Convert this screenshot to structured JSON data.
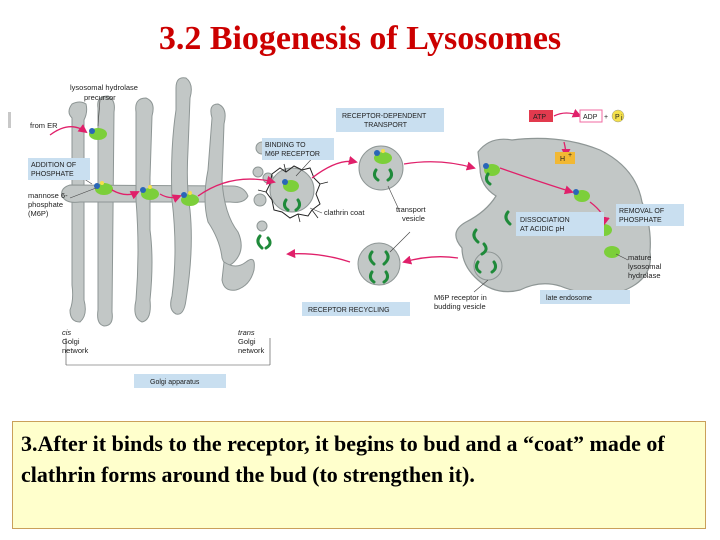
{
  "title": "3.2  Biogenesis of Lysosomes",
  "diagram": {
    "labels": {
      "hydrolase_precursor": [
        "lysosomal hydrolase",
        "precursor"
      ],
      "from_er": "from ER",
      "addition_phosphate": [
        "ADDITION OF",
        "PHOSPHATE"
      ],
      "m6p": [
        "mannose 6-",
        "phosphate",
        "(M6P)"
      ],
      "binding": [
        "BINDING TO",
        "M6P RECEPTOR"
      ],
      "receptor_transport": [
        "RECEPTOR-DEPENDENT",
        "TRANSPORT"
      ],
      "clathrin_coat": "clathrin coat",
      "transport_vesicle": [
        "transport",
        "vesicle"
      ],
      "atp": "ATP",
      "adp": "ADP",
      "pi": "P",
      "hplus": "H",
      "dissociation": [
        "DISSOCIATION",
        "AT ACIDIC pH"
      ],
      "removal_phosphate": [
        "REMOVAL OF",
        "PHOSPHATE"
      ],
      "mature_hydrolase": [
        "mature",
        "lysosomal",
        "hydrolase"
      ],
      "late_endosome": "late endosome",
      "receptor_recycling": "RECEPTOR RECYCLING",
      "m6p_receptor_budding": [
        "M6P receptor in",
        "budding vesicle"
      ],
      "cis_golgi": [
        "cis",
        "Golgi",
        "network"
      ],
      "trans_golgi": [
        "trans",
        "Golgi",
        "network"
      ],
      "golgi_apparatus": "Golgi apparatus"
    },
    "colors": {
      "organelle": "#c2c7c6",
      "organelle_edge": "#8e9695",
      "label_box": "#c9dff0",
      "arrow": "#e0206a",
      "atp_box": "#e23a4e",
      "adp_box": "#f06aa0",
      "hplus_box": "#f2b833",
      "enzyme": "#7ccf3a",
      "receptor": "#1f8a3a",
      "phosphate": "#f4e04a",
      "mannose": "#2a66b8"
    }
  },
  "caption": "3.After it binds to the receptor, it begins to bud and a “coat” made of clathrin forms around the bud (to strengthen it)."
}
